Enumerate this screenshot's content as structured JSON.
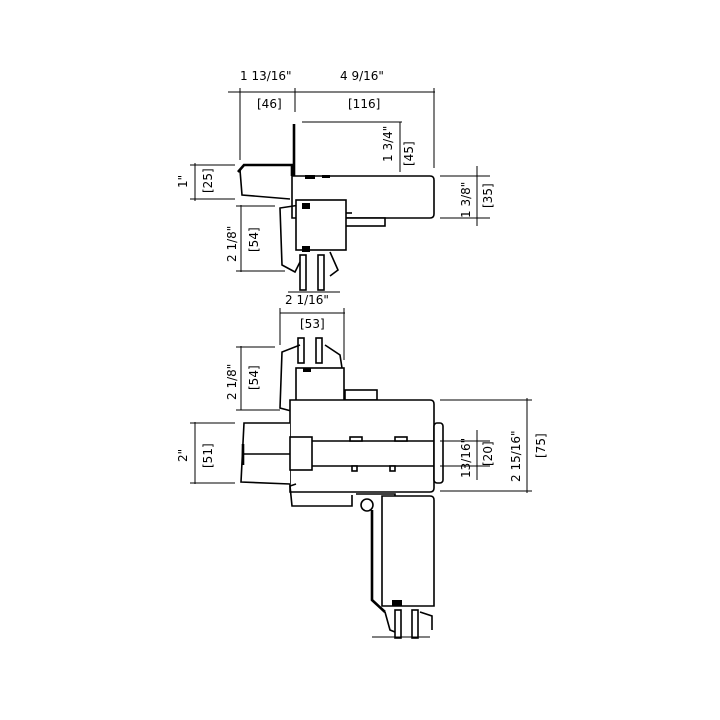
{
  "drawing": {
    "top_dims": {
      "jamb_width_in": "1  13/16\"",
      "jamb_width_mm": "[46]",
      "frame_depth_in": "4  9/16\"",
      "frame_depth_mm": "[116]"
    },
    "head": {
      "height_in": "1  3/4\"",
      "height_mm": "[45]",
      "flange_in": "1\"",
      "flange_mm": "[25]",
      "block_in": "1  3/8\"",
      "block_mm": "[35]"
    },
    "upper_sash": {
      "height_in": "2  1/8\"",
      "height_mm": "[54]",
      "glass_in": "2  1/16\"",
      "glass_mm": "[53]"
    },
    "lower_sash": {
      "height_in": "2  1/8\"",
      "height_mm": "[54]"
    },
    "meeting_rail": {
      "flange_in": "2\"",
      "flange_mm": "[51]",
      "inner_in": "13/16\"",
      "inner_mm": "[20]",
      "total_in": "2  15/16\"",
      "total_mm": "[75]"
    }
  }
}
